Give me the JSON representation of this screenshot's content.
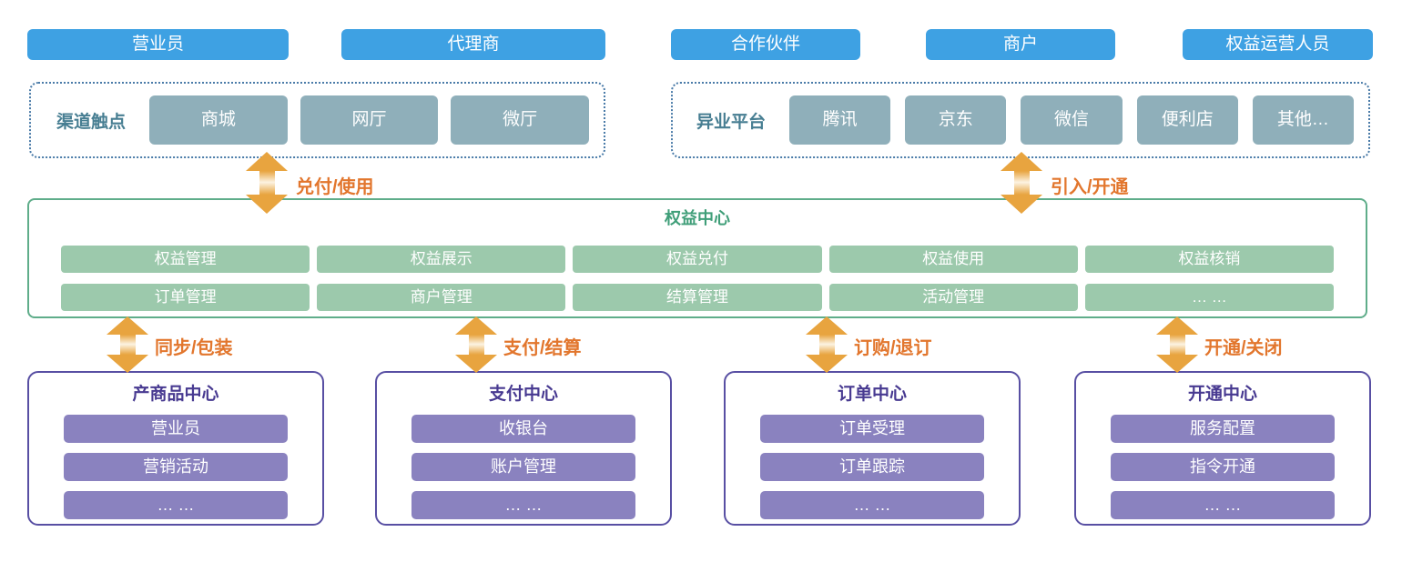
{
  "colors": {
    "actor_blue": "#3EA1E3",
    "channel_gray": "#8FAFBA",
    "group_label_teal": "#477E92",
    "dotted_border_blue": "#4A7BA8",
    "green_border": "#5FAD8A",
    "green_title": "#3F9E78",
    "green_cell": "#9CC9AC",
    "arrow_orange": "#E8A43F",
    "arrow_label_orange": "#E2762D",
    "purple_border": "#584FA3",
    "purple_title": "#483A91",
    "purple_cell": "#8A82BF"
  },
  "actors": [
    "营业员",
    "代理商",
    "合作伙伴",
    "商户",
    "权益运营人员"
  ],
  "channel_group": {
    "label": "渠道触点",
    "items": [
      "商城",
      "网厅",
      "微厅"
    ]
  },
  "platform_group": {
    "label": "异业平台",
    "items": [
      "腾讯",
      "京东",
      "微信",
      "便利店",
      "其他…"
    ]
  },
  "top_arrows": [
    "兑付/使用",
    "引入/开通"
  ],
  "rights_center": {
    "title": "权益中心",
    "row1": [
      "权益管理",
      "权益展示",
      "权益兑付",
      "权益使用",
      "权益核销"
    ],
    "row2": [
      "订单管理",
      "商户管理",
      "结算管理",
      "活动管理",
      "… …"
    ]
  },
  "bottom_arrows": [
    "同步/包装",
    "支付/结算",
    "订购/退订",
    "开通/关闭"
  ],
  "centers": [
    {
      "title": "产商品中心",
      "items": [
        "营业员",
        "营销活动",
        "… …"
      ]
    },
    {
      "title": "支付中心",
      "items": [
        "收银台",
        "账户管理",
        "… …"
      ]
    },
    {
      "title": "订单中心",
      "items": [
        "订单受理",
        "订单跟踪",
        "… …"
      ]
    },
    {
      "title": "开通中心",
      "items": [
        "服务配置",
        "指令开通",
        "… …"
      ]
    }
  ]
}
